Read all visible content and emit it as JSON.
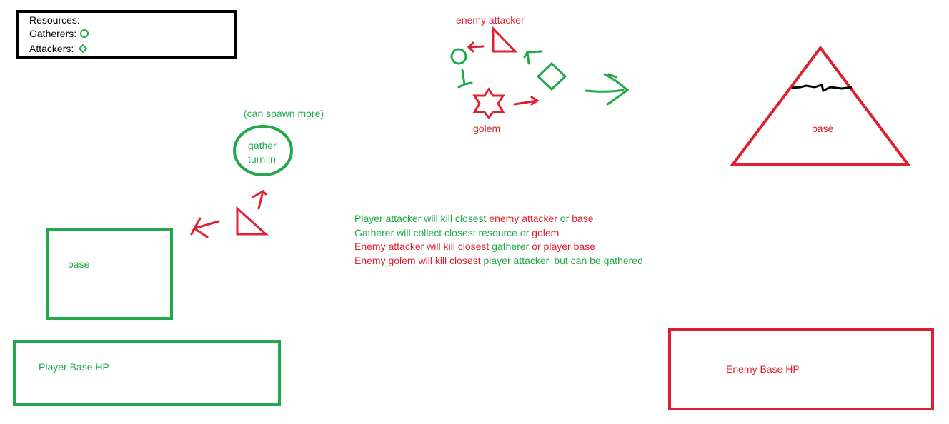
{
  "colors": {
    "player": "#22a84a",
    "enemy": "#e02030",
    "neutral": "#000000"
  },
  "legend": {
    "resources_label": "Resources:",
    "gatherers_label": "Gatherers:",
    "attackers_label": "Attackers:",
    "gatherer_icon": "circle-icon",
    "attacker_icon": "diamond-icon"
  },
  "enemy_cycle": {
    "attacker_label": "enemy attacker",
    "golem_label": "golem"
  },
  "enemy_base": {
    "label": "base"
  },
  "spawn": {
    "note": "(can spawn more)",
    "line1": "gather",
    "line2": "turn in"
  },
  "player_base": {
    "label": "base"
  },
  "player_hp": {
    "label": "Player Base HP"
  },
  "enemy_hp": {
    "label": "Enemy Base HP"
  },
  "rules": [
    [
      {
        "text": "Player attacker will kill closest ",
        "side": "player"
      },
      {
        "text": "enemy attacker",
        "side": "enemy"
      },
      {
        "text": " or ",
        "side": "player"
      },
      {
        "text": "base",
        "side": "enemy"
      }
    ],
    [
      {
        "text": "Gatherer will collect closest resource or ",
        "side": "player"
      },
      {
        "text": "golem",
        "side": "enemy"
      }
    ],
    [
      {
        "text": "Enemy attacker will kill closest ",
        "side": "enemy"
      },
      {
        "text": "gatherer",
        "side": "player"
      },
      {
        "text": " or player base",
        "side": "enemy"
      }
    ],
    [
      {
        "text": "Enemy golem will kill closest ",
        "side": "enemy"
      },
      {
        "text": "player attacker, but can be gathered",
        "side": "player"
      }
    ]
  ]
}
